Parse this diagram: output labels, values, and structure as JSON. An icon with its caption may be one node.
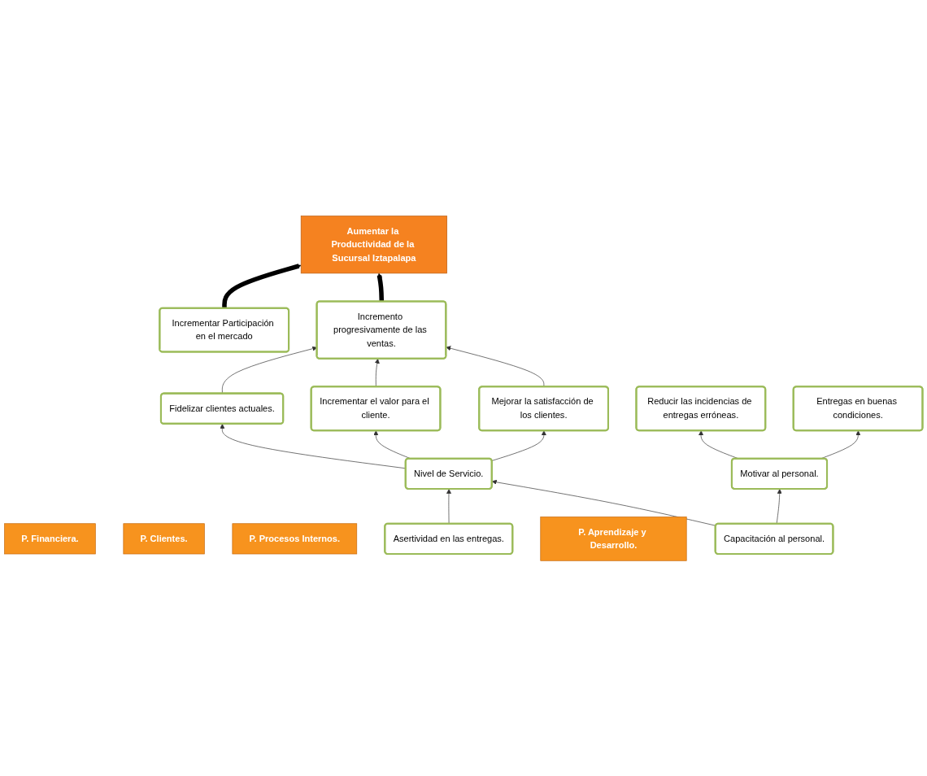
{
  "diagram": {
    "nodes": [
      {
        "text": [
          "Aumentar la Productividad de la Sucursal Iztapalapa"
        ]
      },
      {
        "text": [
          "P. Financiera."
        ]
      },
      {
        "text": [
          "Incrementar Participación en el mercado"
        ]
      },
      {
        "text": [
          "Incremento progresivamente de las ventas."
        ]
      },
      {
        "text": [
          "P. Clientes."
        ]
      },
      {
        "text": [
          "Fidelizar clientes actuales."
        ]
      },
      {
        "text": [
          "Incrementar el valor para el cliente."
        ]
      },
      {
        "text": [
          "Mejorar la satisfacción de los clientes."
        ]
      },
      {
        "text": [
          "P. Procesos Internos."
        ]
      },
      {
        "text": [
          "Reducir las incidencias de entregas erróneas."
        ]
      },
      {
        "text": [
          "Entregas en buenas condiciones."
        ]
      },
      {
        "text": [
          "Nivel de Servicio."
        ]
      },
      {
        "text": [
          "Asertividad en las entregas."
        ]
      },
      {
        "text": [
          "P. Aprendizaje y Desarrollo."
        ]
      },
      {
        "text": [
          "Motivar al personal."
        ]
      },
      {
        "text": [
          "Capacitación al personal."
        ]
      }
    ],
    "edges": [
      {
        "from": 2,
        "to": 0,
        "arrow": "to",
        "style": "thick"
      },
      {
        "from": 3,
        "to": 0,
        "arrow": "to",
        "style": "thick"
      },
      {
        "from": 5,
        "to": 3,
        "arrow": "to"
      },
      {
        "from": 6,
        "to": 3,
        "arrow": "to"
      },
      {
        "from": 7,
        "to": 3,
        "arrow": "to"
      },
      {
        "from": 11,
        "to": 5,
        "arrow": "to"
      },
      {
        "from": 11,
        "to": 6,
        "arrow": "to"
      },
      {
        "from": 11,
        "to": 7,
        "arrow": "to"
      },
      {
        "from": 12,
        "to": 11,
        "arrow": "to"
      },
      {
        "from": 14,
        "to": 9,
        "arrow": "to"
      },
      {
        "from": 14,
        "to": 10,
        "arrow": "to"
      },
      {
        "from": 15,
        "to": 11,
        "arrow": "to"
      },
      {
        "from": 15,
        "to": 14,
        "arrow": "to"
      }
    ]
  }
}
